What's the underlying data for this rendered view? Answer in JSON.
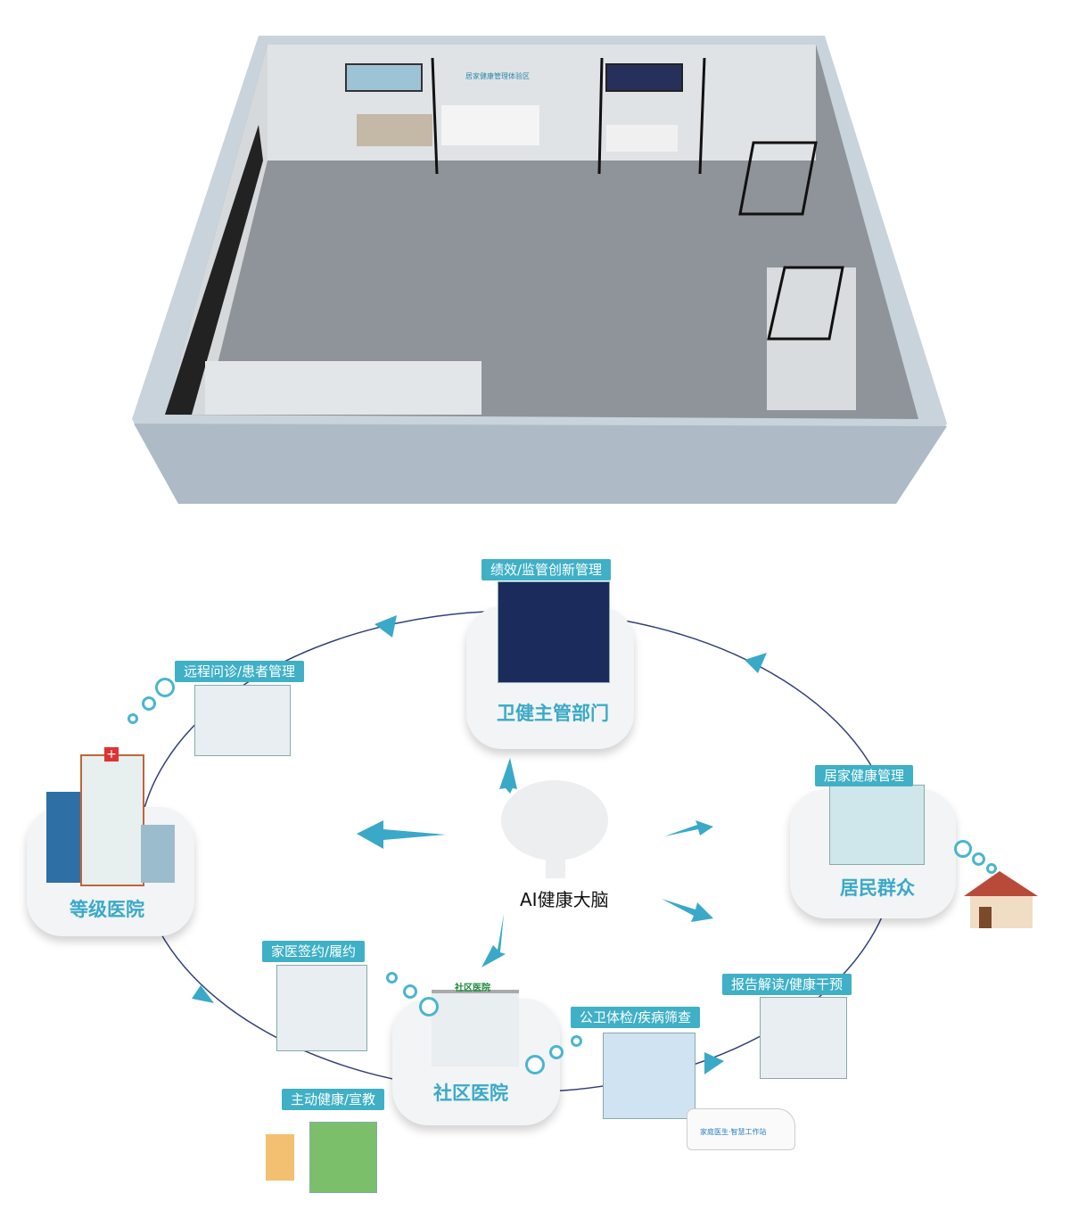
{
  "room": {
    "wall_sign": "居家健康管理体验区"
  },
  "diagram": {
    "center_label": "AI健康大脑",
    "nodes": [
      {
        "id": "health-dept",
        "title": "卫健主管部门",
        "tag": "绩效/监管创新管理"
      },
      {
        "id": "hospital",
        "title": "等级医院",
        "tag": "远程问诊/患者管理"
      },
      {
        "id": "residents",
        "title": "居民群众",
        "tag": "居家健康管理"
      },
      {
        "id": "community",
        "title": "社区医院",
        "tag": "家医签约/履约"
      }
    ],
    "extra_tags": [
      "报告解读/健康干预",
      "公卫体检/疾病筛查",
      "主动健康/宣教"
    ],
    "community_sign": "社区医院",
    "van_text": "家庭医生·智慧工作站"
  },
  "colors": {
    "accent": "#3fb0c6",
    "title": "#3aa9c8",
    "line": "#2f3f7a"
  }
}
